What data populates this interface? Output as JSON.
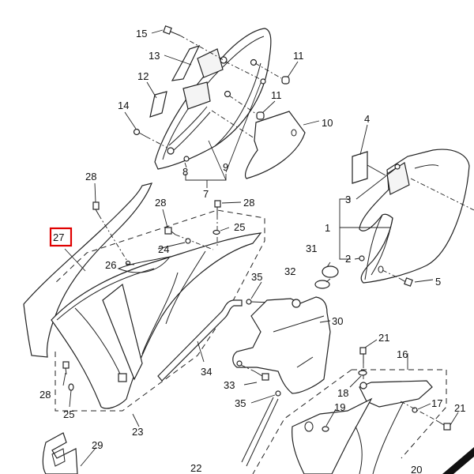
{
  "diagram": {
    "highlight_color": "#e00000",
    "highlighted_part": "27",
    "callouts": {
      "c1": "1",
      "c2": "2",
      "c3": "3",
      "c4": "4",
      "c5": "5",
      "c7": "7",
      "c8": "8",
      "c9": "9",
      "c10": "10",
      "c11a": "11",
      "c11b": "11",
      "c12": "12",
      "c13": "13",
      "c14": "14",
      "c15": "15",
      "c16": "16",
      "c17": "17",
      "c18": "18",
      "c19": "19",
      "c20": "20",
      "c21a": "21",
      "c21b": "21",
      "c22": "22",
      "c23": "23",
      "c24": "24",
      "c25a": "25",
      "c25b": "25",
      "c26": "26",
      "c27": "27",
      "c28a": "28",
      "c28b": "28",
      "c28c": "28",
      "c28d": "28",
      "c29": "29",
      "c30": "30",
      "c31": "31",
      "c32": "32",
      "c33": "33",
      "c34": "34",
      "c35a": "35",
      "c35b": "35"
    }
  }
}
